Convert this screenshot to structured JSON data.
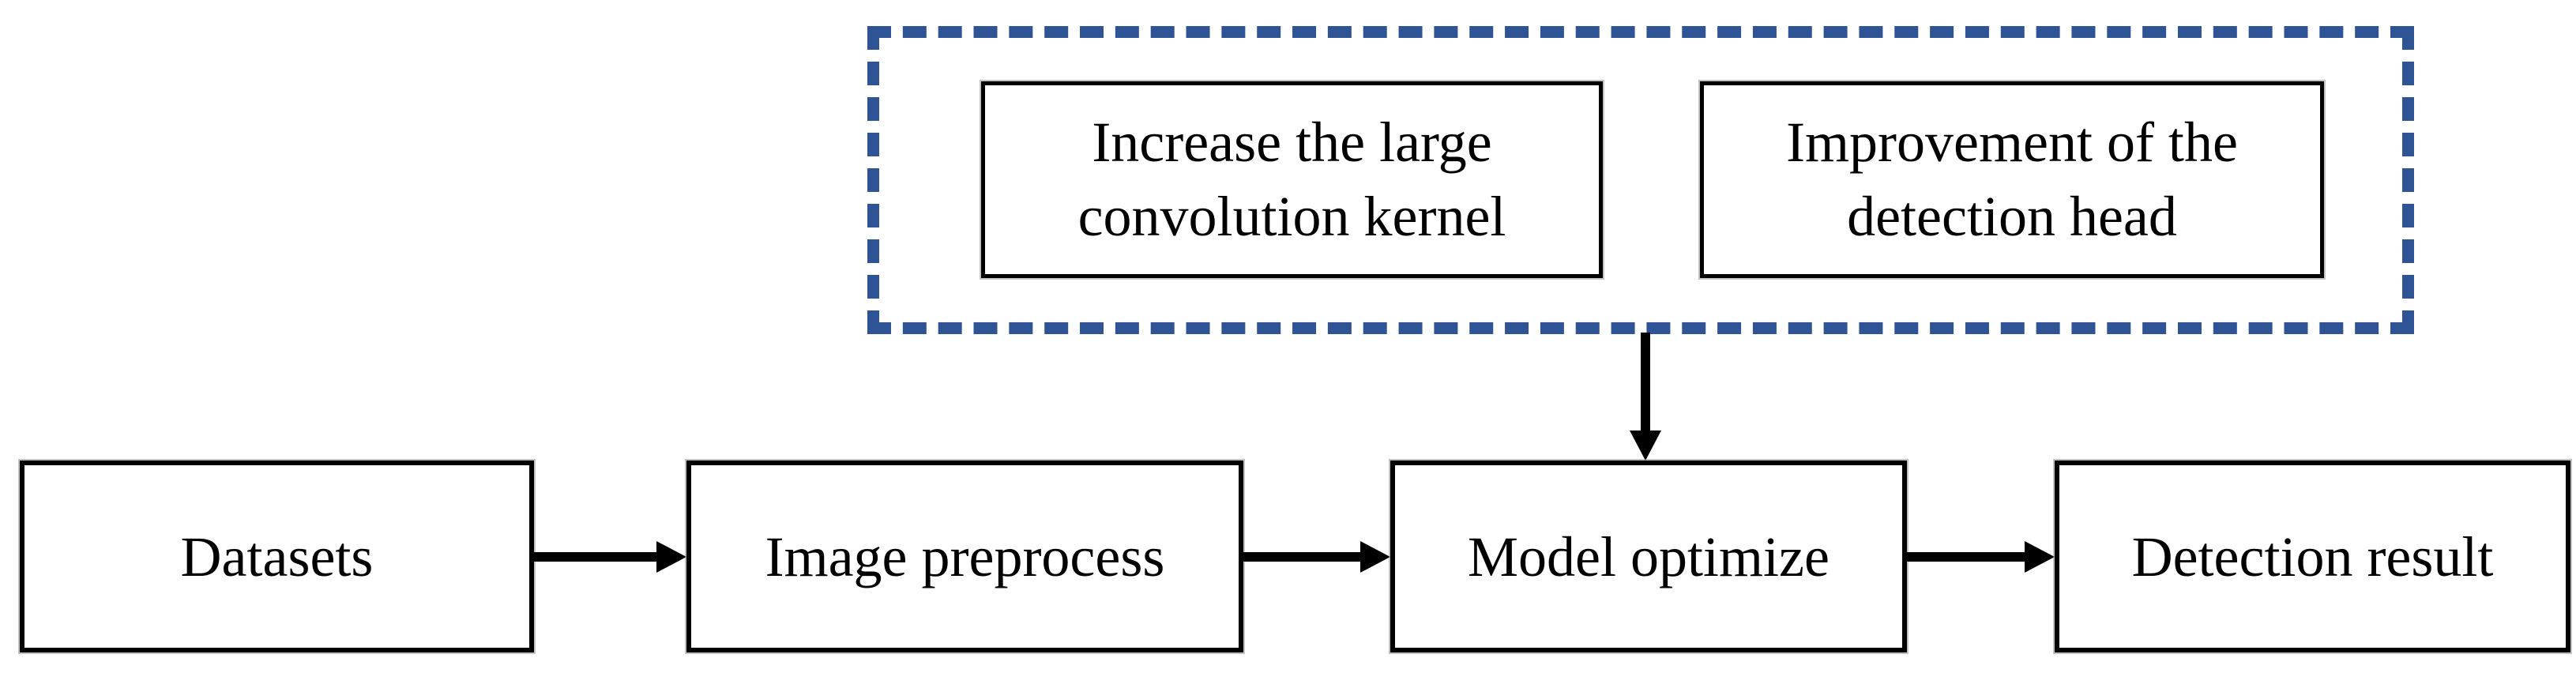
{
  "diagram": {
    "type": "flowchart",
    "flow_nodes": [
      {
        "id": "datasets",
        "label": "Datasets"
      },
      {
        "id": "image-preprocess",
        "label": "Image preprocess"
      },
      {
        "id": "model-optimize",
        "label": "Model optimize"
      },
      {
        "id": "detection-result",
        "label": "Detection result"
      }
    ],
    "optimization_group": {
      "boxes": [
        {
          "id": "increase-kernel",
          "label": "Increase the large convolution kernel"
        },
        {
          "id": "detection-head",
          "label": "Improvement of the detection head"
        }
      ]
    },
    "connections": [
      {
        "from": "datasets",
        "to": "image-preprocess",
        "style": "arrow"
      },
      {
        "from": "image-preprocess",
        "to": "model-optimize",
        "style": "arrow"
      },
      {
        "from": "model-optimize",
        "to": "detection-result",
        "style": "arrow"
      },
      {
        "from": "optimization-group",
        "to": "model-optimize",
        "style": "arrow-down"
      }
    ],
    "colors": {
      "group_border": "#2F5496",
      "node_border": "#000000",
      "node_fill": "#FFFFFF",
      "arrow": "#000000",
      "text": "#000000",
      "background": "#FFFFFF"
    }
  }
}
